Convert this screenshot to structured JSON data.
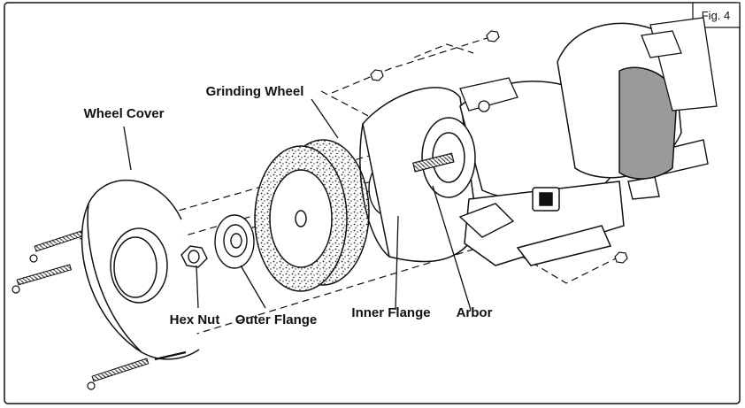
{
  "figure": {
    "label": "Fig. 4"
  },
  "labels": {
    "wheel_cover": "Wheel Cover",
    "grinding_wheel": "Grinding Wheel",
    "hex_nut": "Hex Nut",
    "outer_flange": "Outer Flange",
    "inner_flange": "Inner Flange",
    "arbor": "Arbor"
  },
  "colors": {
    "line": "#111111",
    "stone": "#9a9a9a",
    "paper": "#ffffff"
  }
}
